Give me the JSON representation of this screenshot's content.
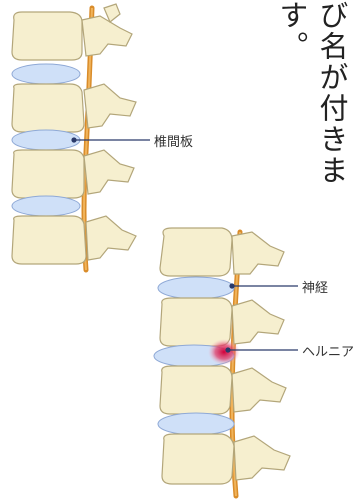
{
  "vertical_text": "び名が付きます。",
  "labels": {
    "disc": "椎間板",
    "nerve": "神経",
    "hernia": "ヘルニア"
  },
  "colors": {
    "bone_fill": "#f6efcf",
    "bone_stroke": "#b3a67a",
    "disc_fill": "#cfe0f8",
    "disc_stroke": "#8fa9d6",
    "nerve": "#d98c2a",
    "hernia": "#c0003a",
    "leader": "#2a3a6a"
  }
}
